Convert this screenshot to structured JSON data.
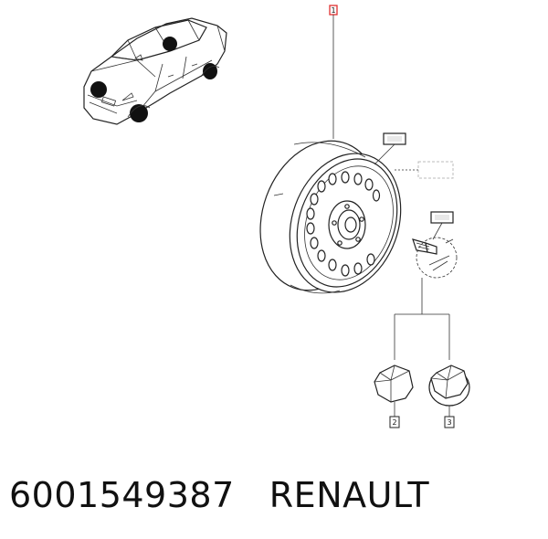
{
  "callouts": {
    "part_1": "1",
    "part_2": "2",
    "part_3": "3"
  },
  "caption": {
    "part_number": "6001549387",
    "brand": "RENAULT"
  },
  "colors": {
    "ink": "#222222",
    "highlight_box": "#e03030",
    "placeholder_dash": "#bbbbbb",
    "background": "#ffffff"
  }
}
